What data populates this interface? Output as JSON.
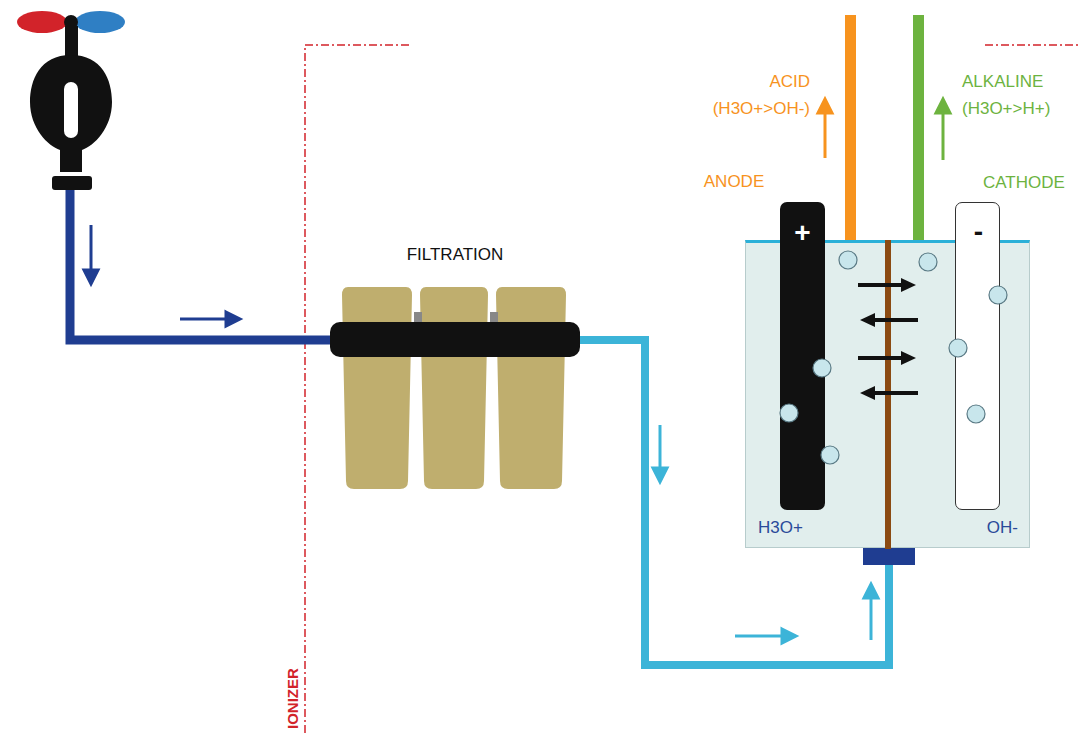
{
  "diagram": {
    "nodes": [
      {
        "text": [
          "FILTRATION"
        ]
      },
      {
        "text": [
          "H3O+",
          "OH-"
        ]
      },
      {
        "text": [
          "ANODE",
          "+"
        ],
        "in": 1
      },
      {
        "text": [
          "CATHODE",
          "-"
        ],
        "in": 1
      }
    ],
    "edges": [
      {
        "from": 0,
        "to": 1,
        "arrow": "none"
      }
    ],
    "labels": [
      "ACID",
      "(H3O+>OH-)",
      "ALKALINE",
      "(H3O+>H+)",
      "IONIZER"
    ]
  }
}
